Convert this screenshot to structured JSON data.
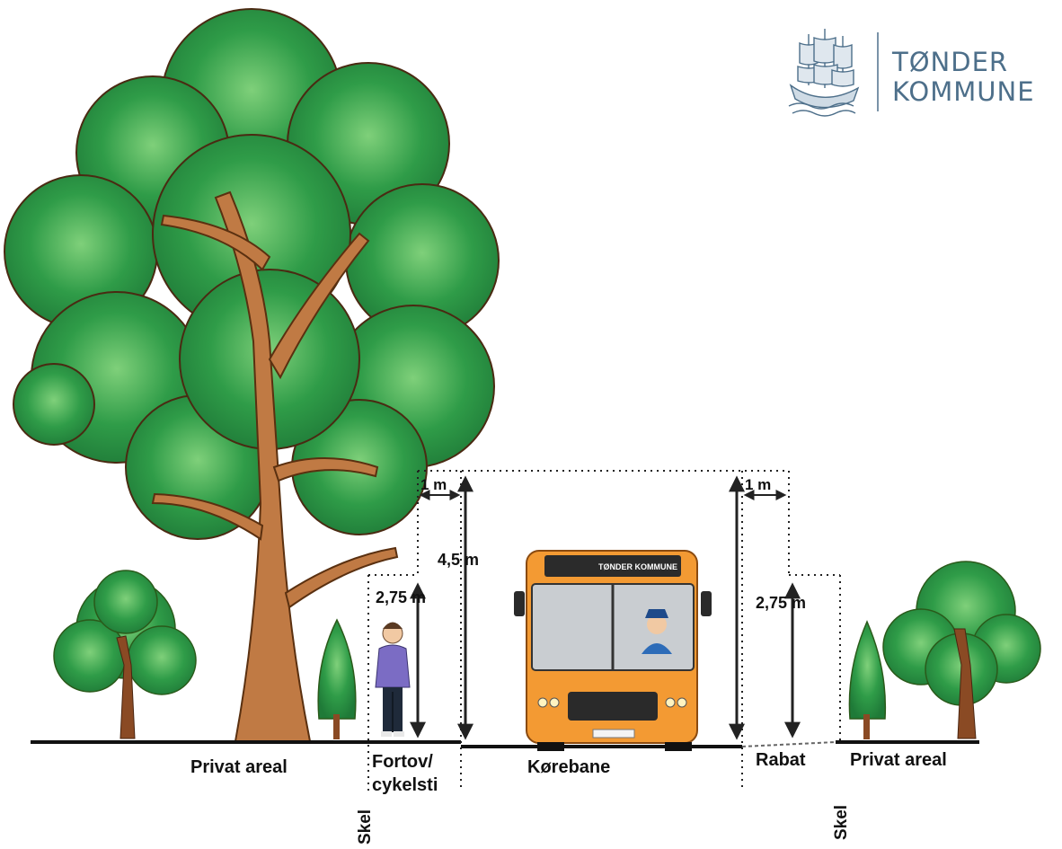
{
  "logo": {
    "line1": "TØNDER",
    "line2": "KOMMUNE",
    "icon": "ship-icon",
    "color": "#4d6f8a"
  },
  "bus": {
    "destination_sign": "TØNDER KOMMUNE",
    "body_color": "#f39a33"
  },
  "dimensions": {
    "left_offset": "1 m",
    "right_offset": "1 m",
    "clearance_height": "4,5 m",
    "left_sidewalk_height": "2,75 m",
    "right_verge_height": "2,75 m"
  },
  "zones": {
    "private_left": "Privat areal",
    "sidewalk_line1": "Fortov/",
    "sidewalk_line2": "cykelsti",
    "roadway": "Kørebane",
    "verge": "Rabat",
    "private_right": "Privat areal"
  },
  "boundary_labels": {
    "left": "Skel",
    "right": "Skel"
  },
  "colors": {
    "foliage": "#2e9a4a",
    "foliage_light": "#5cc46a",
    "trunk": "#b86a38",
    "ground": "#111111"
  }
}
